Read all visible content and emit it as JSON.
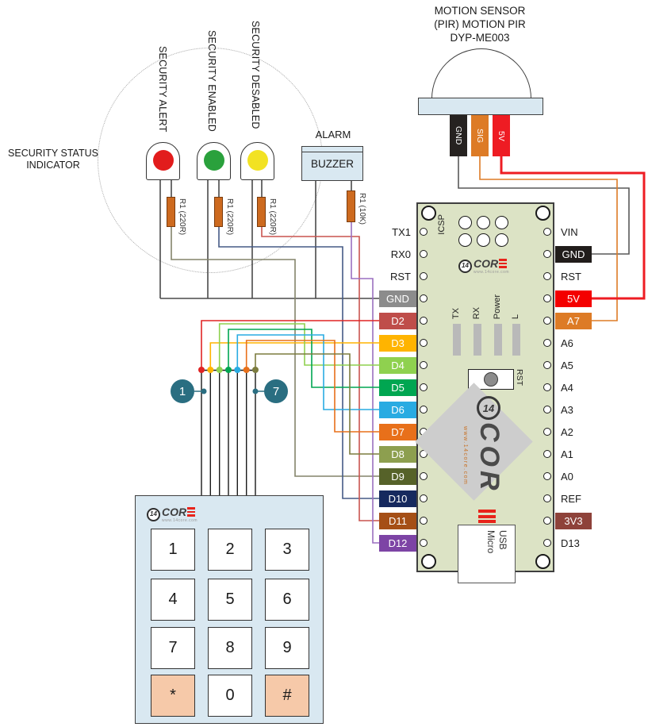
{
  "pir": {
    "title_lines": [
      "MOTION SENSOR",
      "(PIR) MOTION PIR",
      "DYP-ME003"
    ],
    "pins": [
      {
        "label": "GND",
        "bg": "#262220"
      },
      {
        "label": "SIG",
        "bg": "#dd7b26"
      },
      {
        "label": "5V",
        "bg": "#ee1c23"
      }
    ]
  },
  "indicator": {
    "caption_lines": [
      "SECURITY STATUS",
      "INDICATOR"
    ],
    "leds": [
      {
        "label": "SECURITY ALERT",
        "color": "#e21c1c"
      },
      {
        "label": "SECURITY ENABLED",
        "color": "#2aa13c"
      },
      {
        "label": "SECURITY DESABLED",
        "color": "#f2e223"
      }
    ],
    "resistor_label": "R1 (220R)"
  },
  "alarm": {
    "title": "ALARM",
    "device": "BUZZER",
    "resistor_label": "R1 (10K)"
  },
  "board": {
    "left_pins": [
      {
        "label": "TX1",
        "bg": null
      },
      {
        "label": "RX0",
        "bg": null
      },
      {
        "label": "RST",
        "bg": null
      },
      {
        "label": "GND",
        "bg": "#8c8c8c"
      },
      {
        "label": "D2",
        "bg": "#bf4d4a"
      },
      {
        "label": "D3",
        "bg": "#ffb400"
      },
      {
        "label": "D4",
        "bg": "#8fd14f"
      },
      {
        "label": "D5",
        "bg": "#00a651"
      },
      {
        "label": "D6",
        "bg": "#29abe2"
      },
      {
        "label": "D7",
        "bg": "#e8701a"
      },
      {
        "label": "D8",
        "bg": "#8d9f4f"
      },
      {
        "label": "D9",
        "bg": "#566229"
      },
      {
        "label": "D10",
        "bg": "#16295e"
      },
      {
        "label": "D11",
        "bg": "#a54f16"
      },
      {
        "label": "D12",
        "bg": "#7d44a5"
      }
    ],
    "right_pins": [
      {
        "label": "VIN",
        "bg": null
      },
      {
        "label": "GND",
        "bg": "#211d1b"
      },
      {
        "label": "RST",
        "bg": null
      },
      {
        "label": "5V",
        "bg": "#f40000"
      },
      {
        "label": "A7",
        "bg": "#dd7b26"
      },
      {
        "label": "A6",
        "bg": null
      },
      {
        "label": "A5",
        "bg": null
      },
      {
        "label": "A4",
        "bg": null
      },
      {
        "label": "A3",
        "bg": null
      },
      {
        "label": "A2",
        "bg": null
      },
      {
        "label": "A1",
        "bg": null
      },
      {
        "label": "A0",
        "bg": null
      },
      {
        "label": "REF",
        "bg": null
      },
      {
        "label": "3V3",
        "bg": "#8e423a"
      },
      {
        "label": "D13",
        "bg": null
      }
    ],
    "icsp_label": "ICSP",
    "status_labels": [
      "TX",
      "RX",
      "Power",
      "L"
    ],
    "reset_label": "RST",
    "usb_label_lines": [
      "Micro",
      "USB"
    ],
    "brand": {
      "num": "14",
      "text": "COR",
      "url": "www.14core.com"
    }
  },
  "keypad": {
    "keys": [
      "1",
      "2",
      "3",
      "4",
      "5",
      "6",
      "7",
      "8",
      "9",
      "*",
      "0",
      "#"
    ]
  },
  "callouts": {
    "first": "1",
    "last": "7",
    "color": "#2a6e81"
  },
  "wires": {
    "dark": "#4a4a4a",
    "ribbon": "#1a1a1a",
    "kp1": "#e02424",
    "kp2": "#ffb400",
    "kp3": "#8fd14f",
    "kp4": "#00a651",
    "kp5": "#29abe2",
    "kp6": "#e8701a",
    "kp7": "#7c7c3f",
    "sig_alert": "#83836a",
    "sig_enabled": "#455a86",
    "sig_desabled": "#c9544f",
    "sig_buzzer": "#9a6fc0",
    "pir_gnd": "#595959",
    "pir_sig": "#dd7b26",
    "pir_5v": "#ee1c23"
  }
}
